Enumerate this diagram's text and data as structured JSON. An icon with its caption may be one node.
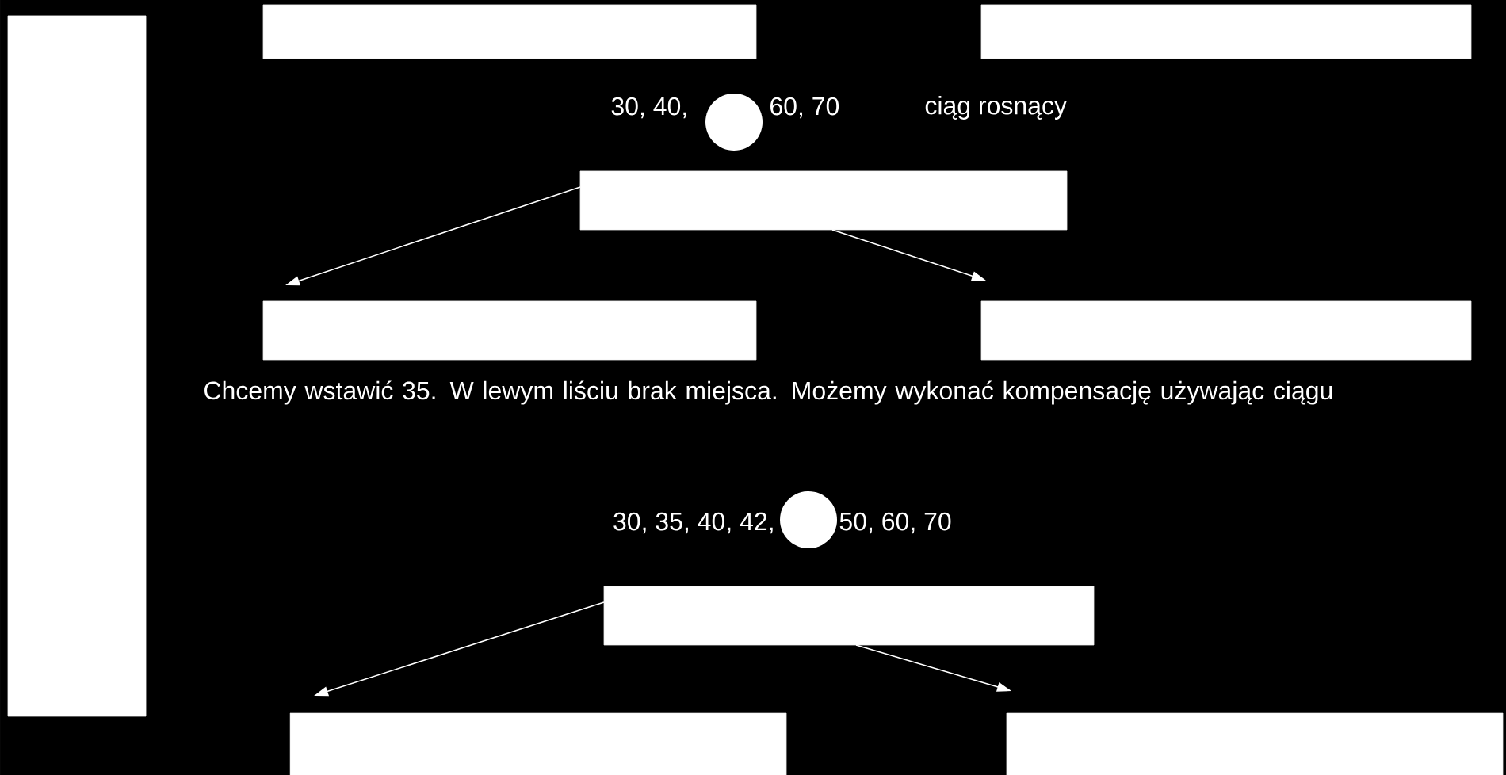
{
  "diagram": {
    "nodes": [
      {
        "text": [],
        "shape": "bar"
      },
      {
        "text": [],
        "shape": "box"
      },
      {
        "text": [],
        "shape": "box"
      },
      {
        "text": [],
        "shape": "box"
      },
      {
        "text": [],
        "shape": "box"
      },
      {
        "text": [],
        "shape": "box"
      },
      {
        "text": [],
        "shape": "box"
      },
      {
        "text": [],
        "shape": "box"
      },
      {
        "text": [],
        "shape": "box"
      }
    ],
    "edges": [
      {
        "from": 3,
        "to": 4,
        "arrow": "to"
      },
      {
        "from": 3,
        "to": 5,
        "arrow": "to"
      },
      {
        "from": 6,
        "to": 7,
        "arrow": "to"
      },
      {
        "from": 6,
        "to": 8,
        "arrow": "to"
      }
    ],
    "labels": [
      "30, 40,",
      "60, 70",
      "ciąg rosnący",
      "Chcemy wstawić 35. W lewym liściu brak miejsca. Możemy wykonać kompensację używając ciągu",
      "30, 35, 40, 42,",
      "50, 60, 70"
    ]
  }
}
